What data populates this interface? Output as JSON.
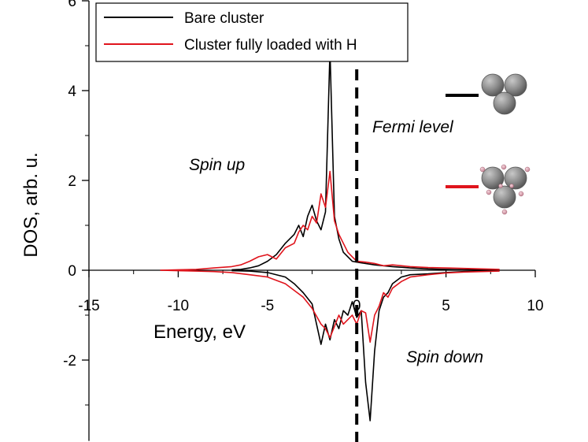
{
  "chart_data": {
    "type": "line",
    "xlabel": "Energy, eV",
    "ylabel": "DOS, arb. u.",
    "xlim": [
      -15,
      10
    ],
    "ylim": [
      -3.8,
      6
    ],
    "x_ticks": [
      -15,
      -10,
      -5,
      0,
      5,
      10
    ],
    "y_ticks": [
      -2,
      0,
      2,
      4,
      6
    ],
    "legend_position": "top-left",
    "annotations": {
      "fermi": "Fermi level",
      "spin_up": "Spin up",
      "spin_down": "Spin down"
    },
    "fermi_level_x": 0,
    "series": [
      {
        "name": "Bare cluster",
        "color": "#000000",
        "x": [
          -7,
          -6.5,
          -6,
          -5.5,
          -5,
          -4.5,
          -4,
          -3.5,
          -3.25,
          -3,
          -2.75,
          -2.5,
          -2.25,
          -2,
          -1.75,
          -1.5,
          -1.25,
          -1,
          -0.75,
          -0.5,
          -0.25,
          0,
          0.5,
          1,
          1.5,
          2,
          3,
          4,
          5,
          6,
          7,
          8
        ],
        "y": [
          0.01,
          0.02,
          0.05,
          0.1,
          0.2,
          0.35,
          0.6,
          0.8,
          1.0,
          0.75,
          1.2,
          1.45,
          1.1,
          0.9,
          1.3,
          4.9,
          1.2,
          0.7,
          0.4,
          0.3,
          0.2,
          0.18,
          0.15,
          0.12,
          0.1,
          0.08,
          0.05,
          0.03,
          0.02,
          0.01,
          0.02,
          0.01
        ]
      },
      {
        "name": "Bare cluster",
        "color": "#000000",
        "x": [
          -7,
          -6,
          -5,
          -4,
          -3.5,
          -3,
          -2.5,
          -2,
          -1.75,
          -1.5,
          -1.25,
          -1,
          -0.75,
          -0.5,
          -0.25,
          0,
          0.25,
          0.5,
          0.75,
          1,
          1.25,
          1.5,
          1.75,
          2,
          2.5,
          3,
          4,
          5,
          6,
          7,
          8
        ],
        "y": [
          -0.01,
          -0.02,
          -0.05,
          -0.15,
          -0.3,
          -0.5,
          -0.75,
          -1.65,
          -1.2,
          -1.55,
          -1.1,
          -1.3,
          -0.9,
          -1.0,
          -0.7,
          -1.05,
          -0.9,
          -2.5,
          -3.35,
          -1.8,
          -0.9,
          -0.6,
          -0.5,
          -0.3,
          -0.15,
          -0.1,
          -0.08,
          -0.05,
          -0.03,
          -0.02,
          -0.01
        ]
      },
      {
        "name": "Cluster fully loaded with H",
        "color": "#e0141c",
        "x": [
          -11,
          -10,
          -9,
          -8,
          -7,
          -6.5,
          -6,
          -5.5,
          -5,
          -4.5,
          -4,
          -3.5,
          -3.25,
          -3,
          -2.75,
          -2.5,
          -2.25,
          -2,
          -1.75,
          -1.5,
          -1.25,
          -1,
          -0.75,
          -0.5,
          -0.25,
          0,
          0.5,
          1,
          1.5,
          2,
          3,
          4,
          5,
          6,
          7,
          8
        ],
        "y": [
          0,
          0.01,
          0.02,
          0.05,
          0.08,
          0.12,
          0.2,
          0.3,
          0.35,
          0.25,
          0.5,
          0.6,
          0.85,
          1.0,
          0.9,
          1.2,
          1.05,
          1.7,
          1.4,
          2.2,
          1.1,
          0.8,
          0.6,
          0.4,
          0.3,
          0.2,
          0.18,
          0.15,
          0.1,
          0.12,
          0.08,
          0.06,
          0.05,
          0.04,
          0.03,
          0.02
        ]
      },
      {
        "name": "Cluster fully loaded with H",
        "color": "#e0141c",
        "x": [
          -11,
          -10,
          -9,
          -8,
          -7,
          -6,
          -5,
          -4,
          -3.5,
          -3,
          -2.5,
          -2,
          -1.75,
          -1.5,
          -1.25,
          -1,
          -0.75,
          -0.5,
          -0.25,
          0,
          0.25,
          0.5,
          0.75,
          1,
          1.25,
          1.5,
          1.75,
          2,
          2.5,
          3,
          4,
          5,
          6,
          7,
          8
        ],
        "y": [
          0,
          -0.01,
          -0.02,
          -0.03,
          -0.05,
          -0.1,
          -0.15,
          -0.3,
          -0.45,
          -0.6,
          -0.85,
          -1.2,
          -1.3,
          -1.5,
          -1.25,
          -1.0,
          -1.2,
          -1.1,
          -1.0,
          -1.2,
          -0.9,
          -0.95,
          -1.6,
          -1.0,
          -0.8,
          -0.5,
          -0.6,
          -0.4,
          -0.25,
          -0.15,
          -0.1,
          -0.06,
          -0.04,
          -0.03,
          -0.02
        ]
      }
    ]
  },
  "legend": {
    "items": [
      {
        "label": "Bare cluster",
        "color": "#000000"
      },
      {
        "label": "Cluster fully loaded with H",
        "color": "#e0141c"
      }
    ]
  },
  "insets": [
    {
      "icon": "bare-cluster-icon",
      "line_color": "#000000"
    },
    {
      "icon": "hydrogen-loaded-cluster-icon",
      "line_color": "#e0141c"
    }
  ]
}
